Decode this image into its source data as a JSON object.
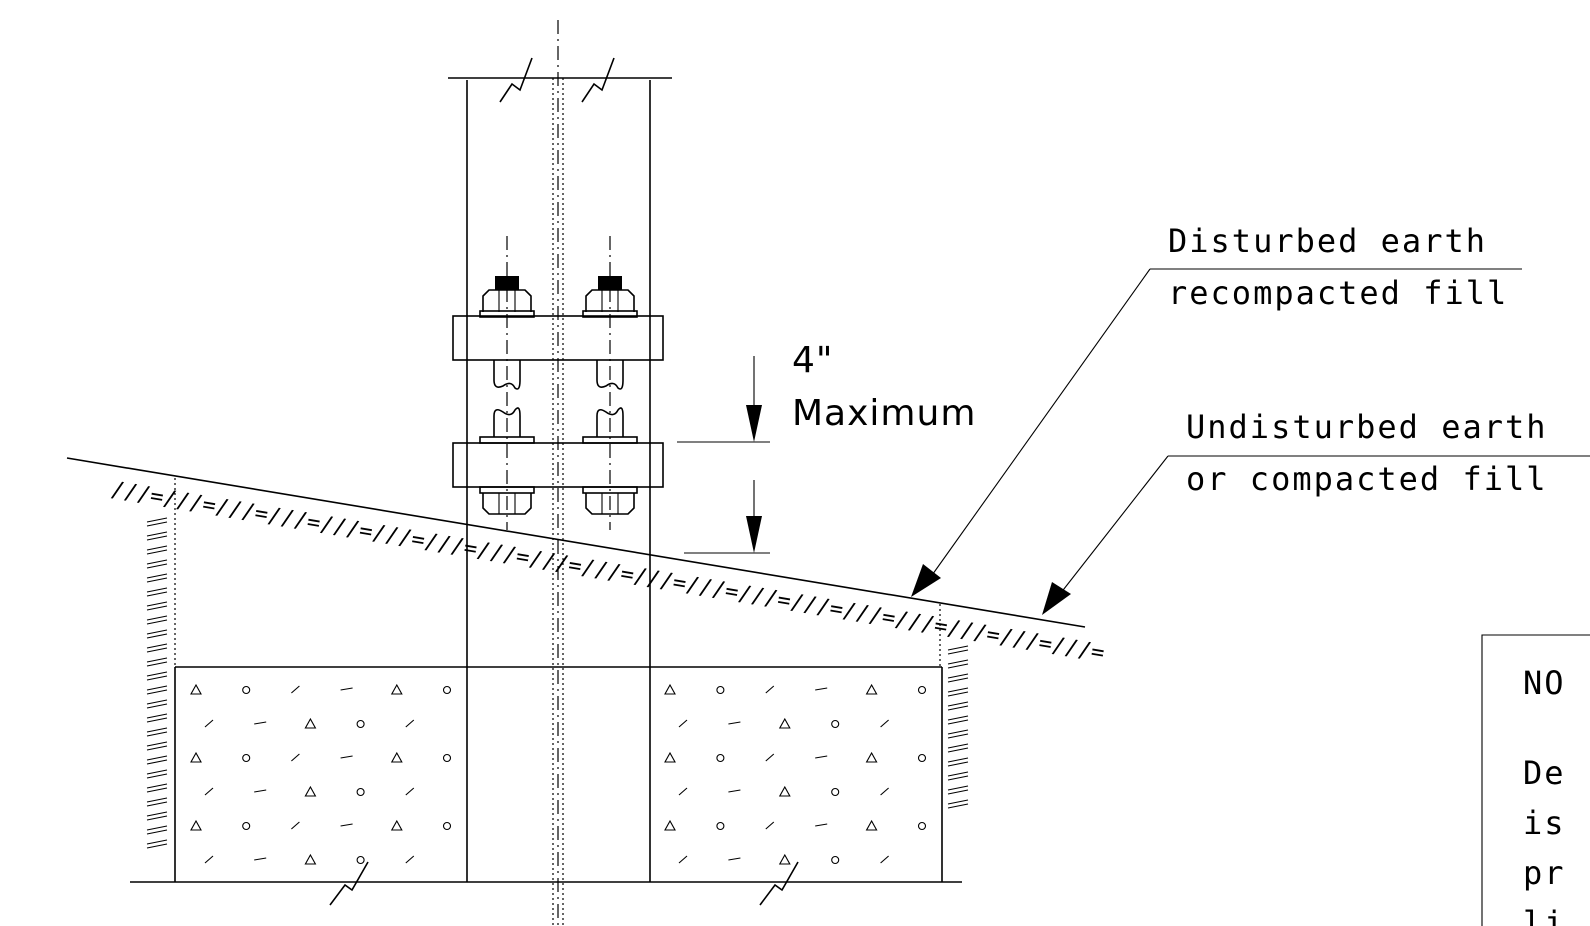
{
  "dimension": {
    "value": "4\"",
    "qualifier": "Maximum"
  },
  "callouts": {
    "disturbed": {
      "line1": "Disturbed earth",
      "line2": "recompacted fill"
    },
    "undisturbed": {
      "line1": "Undisturbed earth",
      "line2": "or compacted fill"
    }
  },
  "notes": {
    "heading": "NO",
    "lines": [
      "De",
      "is",
      "pr",
      "li"
    ]
  },
  "soil_hatch_pattern": "///=///=///=///=///=///=///=///=///=///=///=///=///=///=///=///=///=///=///="
}
